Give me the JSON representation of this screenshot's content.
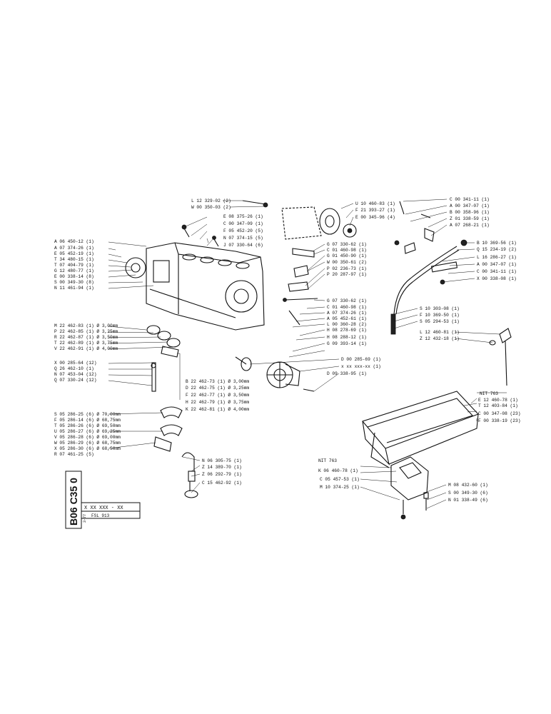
{
  "title_block": {
    "code": "B06 C35 0",
    "ref": "X XX XXX - XX",
    "page": "3-77",
    "sub": "FSL 913"
  },
  "labels": [
    "L 12 329-02 (2)",
    "W 00 350-03 (2)",
    "E 08 375-26 (1)",
    "C 00 347-09 (1)",
    "F 05 452-20 (5)",
    "N 07 374-15 (5)",
    "J 07 330-64 (6)",
    "A 06 450-12 (1)",
    "A 07 374-26 (1)",
    "E 05 452-19 (1)",
    "T 34 480-15 (1)",
    "T 07 404-79 (1)",
    "G 12 480-77 (1)",
    "E 00 338-14 (8)",
    "S 00 349-30 (8)",
    "N 11 461-94 (1)",
    "M 22 462-83 (1) Ø 3,00mm",
    "P 22 462-85 (1) Ø 3,25mm",
    "R 22 462-87 (1) Ø 3,50mm",
    "T 22 462-89 (1) Ø 3,75mm",
    "V 22 462-91 (1) Ø 4,00mm",
    "X 00 285-64 (12)",
    "Q 26 462-10 (1)",
    "N 07 453-04 (12)",
    "Q 07 330-24 (12)",
    "S 05 286-25 (6) Ø 70,00mm",
    "F 05 286-14 (6) Ø 68,75mm",
    "T 05 286-26 (6) Ø 69,50mm",
    "U 05 286-27 (6) Ø 69,25mm",
    "V 05 286-28 (6) Ø 69,00mm",
    "W 05 286-29 (6) Ø 68,75mm",
    "X 05 286-30 (6) Ø 68,50mm",
    "R 07 461-25 (5)",
    "B 22 462-73 (1) Ø 3,00mm",
    "D 22 462-75 (1) Ø 3,25mm",
    "F 22 462-77 (1) Ø 3,50mm",
    "H 22 462-79 (1) Ø 3,75mm",
    "K 22 462-81 (1) Ø 4,00mm",
    "N 06 305-75 (1)",
    "Z 14 389-70 (1)",
    "Z 06 292-79 (1)",
    "C 15 462-92 (1)",
    "U 10 460-83 (1)",
    "F 21 393-27 (1)",
    "E 00 345-96 (4)",
    "G 07 330-62 (1)",
    "C 01 460-98 (1)",
    "G 01 450-90 (1)",
    "W 00 350-61 (2)",
    "P 02 236-73 (1)",
    "P 20 287-97 (1)",
    "G 07 330-62 (1)",
    "C 01 460-98 (1)",
    "A 07 374-26 (1)",
    "A 05 452-61 (1)",
    "L 00 360-28 (2)",
    "H 08 278-69 (1)",
    "H 08 288-12 (1)",
    "G 09 393-14 (1)",
    "D 00 285-69 (1)",
    "x xx xxx-xx (1)",
    "D 09 338-95 (1)",
    "C 00 341-11 (1)",
    "A 00 347-07 (1)",
    "B 00 358-96 (1)",
    "Z 01 338-59 (1)",
    "A 07 268-21 (1)",
    "B 10 369-56 (1)",
    "Q 15 234-19 (2)",
    "L 16 286-27 (1)",
    "A 00 347-07 (1)",
    "C 00 341-11 (1)",
    "X 00 338-08 (1)",
    "S 10 303-08 (1)",
    "F 10 369-50 (1)",
    "S 05 294-53 (1)",
    "L 12 460-81 (1)",
    "Z 12 432-18 (1)",
    "NIT 763",
    "E 12 460-78 (1)",
    "T 12 403-84 (1)",
    "C 00 347-08 (23)",
    "F 00 338-19 (23)",
    "NIT 763",
    "K 06 460-78 (1)",
    "C 05 457-53 (1)",
    "M 10 374-25 (1)",
    "M 08 432-60 (1)",
    "S 00 349-30 (6)",
    "N 01 338-49 (6)"
  ]
}
